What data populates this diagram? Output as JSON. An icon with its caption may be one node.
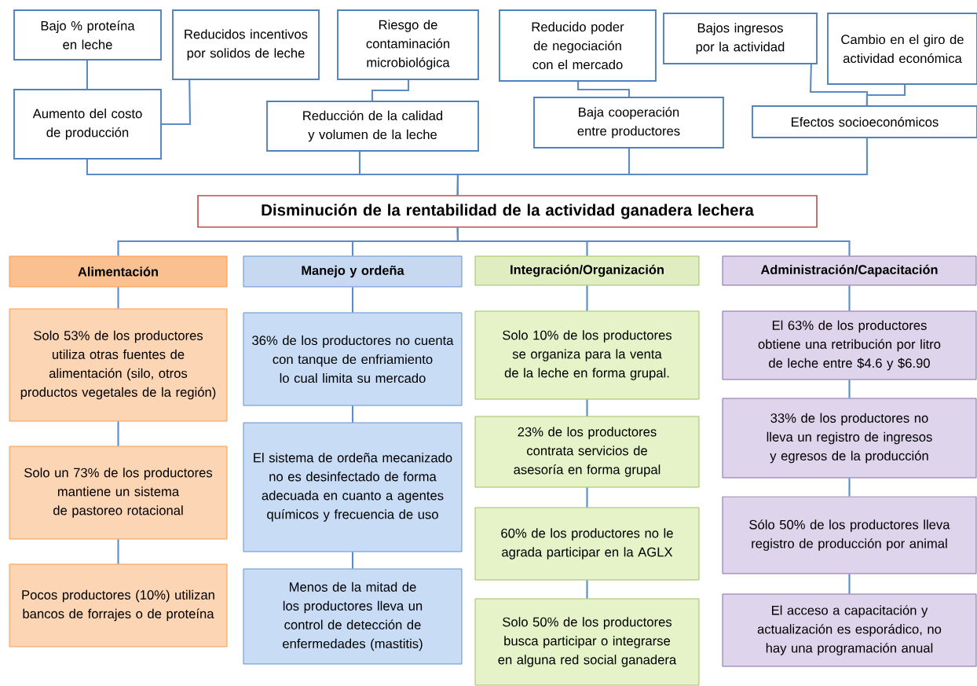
{
  "diagram": {
    "nodes": [
      {
        "text": [
          "Bajo % proteína en leche"
        ]
      },
      {
        "text": [
          "Reducidos incentivos por solidos de leche"
        ]
      },
      {
        "text": [
          "Riesgo de contaminación microbiológica"
        ]
      },
      {
        "text": [
          "Reducido poder de negociación con el mercado"
        ]
      },
      {
        "text": [
          "Bajos ingresos por la actividad"
        ]
      },
      {
        "text": [
          "Cambio en el giro de actividad económica"
        ]
      },
      {
        "text": [
          "Aumento del costo de producción"
        ]
      },
      {
        "text": [
          "Reducción de la calidad y volumen de la leche"
        ]
      },
      {
        "text": [
          "Baja cooperación entre productores"
        ]
      },
      {
        "text": [
          "Efectos socioeconómicos"
        ]
      },
      {
        "text": [
          "Disminución de la rentabilidad de la actividad ganadera lechera"
        ]
      },
      {
        "text": [
          "Alimentación"
        ]
      },
      {
        "text": [
          "Manejo y ordeña"
        ]
      },
      {
        "text": [
          "Integración/Organización"
        ]
      },
      {
        "text": [
          "Administración/Capacitación"
        ]
      },
      {
        "text": [
          "Solo 53% de los productores utiliza otras fuentes de alimentación (silo, otros productos vegetales de la región)"
        ]
      },
      {
        "text": [
          "Solo un 73% de los productores mantiene un sistema de pastoreo rotacional"
        ]
      },
      {
        "text": [
          "Pocos productores (10%) utilizan bancos de forrajes o de proteína"
        ]
      },
      {
        "text": [
          "36% de los productores no cuenta con tanque de enfriamiento lo cual limita su mercado"
        ]
      },
      {
        "text": [
          "El sistema de ordeña mecanizado no es desinfectado de forma adecuada en cuanto a agentes químicos y frecuencia de uso"
        ]
      },
      {
        "text": [
          "Menos de la mitad de los productores lleva un control de detección de enfermedades (mastitis)"
        ]
      },
      {
        "text": [
          "Solo 10% de los productores se organiza para la venta de la leche en forma grupal."
        ]
      },
      {
        "text": [
          "23% de los productores contrata servicios de asesoría en forma grupal"
        ]
      },
      {
        "text": [
          "60% de los productores no le agrada participar en la AGLX"
        ]
      },
      {
        "text": [
          "Solo 50% de los productores busca participar o integrarse en alguna red social ganadera"
        ]
      },
      {
        "text": [
          "El 63% de los productores obtiene una retribución por litro de leche entre $4.6 y $6.90"
        ]
      },
      {
        "text": [
          "33% de los productores no lleva un registro de ingresos y egresos de la producción"
        ]
      },
      {
        "text": [
          "Sólo 50% de los productores lleva registro de producción por animal"
        ]
      },
      {
        "text": [
          "El acceso a capacitación y actualización es esporádico, no hay una programación anual"
        ]
      }
    ],
    "edges": [
      {
        "from": 0,
        "to": 6,
        "arrow": "none"
      },
      {
        "from": 1,
        "to": 6,
        "arrow": "none"
      },
      {
        "from": 2,
        "to": 7,
        "arrow": "none"
      },
      {
        "from": 3,
        "to": 8,
        "arrow": "none"
      },
      {
        "from": 4,
        "to": 9,
        "arrow": "none"
      },
      {
        "from": 5,
        "to": 9,
        "arrow": "none"
      },
      {
        "from": 6,
        "to": 10,
        "arrow": "none"
      },
      {
        "from": 7,
        "to": 10,
        "arrow": "none"
      },
      {
        "from": 8,
        "to": 10,
        "arrow": "none"
      },
      {
        "from": 9,
        "to": 10,
        "arrow": "none"
      },
      {
        "from": 10,
        "to": 11,
        "arrow": "none"
      },
      {
        "from": 10,
        "to": 12,
        "arrow": "none"
      },
      {
        "from": 10,
        "to": 13,
        "arrow": "none"
      },
      {
        "from": 10,
        "to": 14,
        "arrow": "none"
      },
      {
        "from": 11,
        "to": 15,
        "arrow": "none"
      },
      {
        "from": 15,
        "to": 16,
        "arrow": "none"
      },
      {
        "from": 16,
        "to": 17,
        "arrow": "none"
      },
      {
        "from": 12,
        "to": 18,
        "arrow": "none"
      },
      {
        "from": 18,
        "to": 19,
        "arrow": "none"
      },
      {
        "from": 19,
        "to": 20,
        "arrow": "none"
      },
      {
        "from": 13,
        "to": 21,
        "arrow": "none"
      },
      {
        "from": 21,
        "to": 22,
        "arrow": "none"
      },
      {
        "from": 22,
        "to": 23,
        "arrow": "none"
      },
      {
        "from": 23,
        "to": 24,
        "arrow": "none"
      },
      {
        "from": 14,
        "to": 25,
        "arrow": "none"
      },
      {
        "from": 25,
        "to": 26,
        "arrow": "none"
      },
      {
        "from": 26,
        "to": 27,
        "arrow": "none"
      },
      {
        "from": 27,
        "to": 28,
        "arrow": "none"
      }
    ]
  }
}
